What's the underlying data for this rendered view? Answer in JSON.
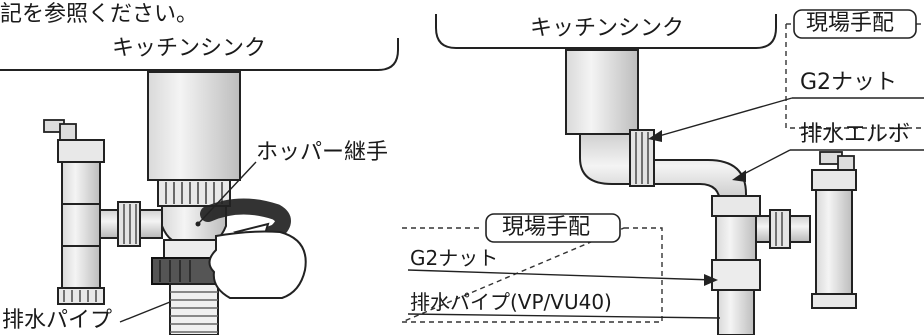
{
  "top_left_note": "記を参照ください。",
  "left_figure": {
    "sink_label": "キッチンシンク",
    "hopper_joint_label": "ホッパー継手",
    "drain_pipe_label": "排水パイプ"
  },
  "right_figure": {
    "sink_label": "キッチンシンク",
    "site_supplied_label": "現場手配",
    "g2_nut_label": "G2ナット",
    "drain_elbow_label": "排水エルボ",
    "lower_site_supplied_label": "現場手配",
    "lower_g2_nut_label": "G2ナット",
    "drain_pipe_label": "排水パイプ(VP/VU40)"
  }
}
